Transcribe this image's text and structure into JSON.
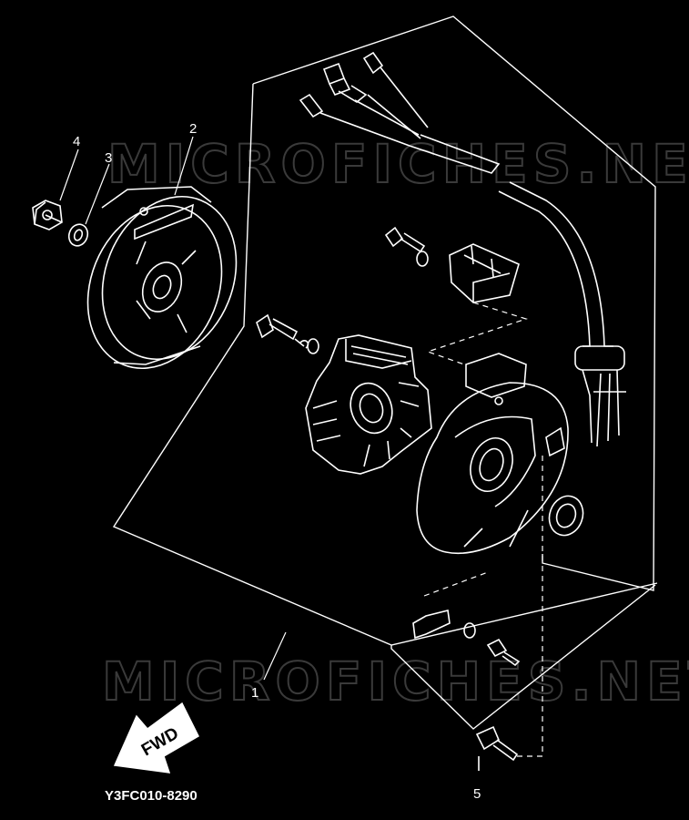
{
  "diagram": {
    "watermark_text": "MICROFICHES.NET",
    "direction_label": "FWD",
    "drawing_code": "Y3FC010-8290",
    "callouts": [
      {
        "number": "1"
      },
      {
        "number": "2"
      },
      {
        "number": "3"
      },
      {
        "number": "4"
      },
      {
        "number": "5"
      }
    ],
    "colors": {
      "background": "#000000",
      "line": "#ffffff",
      "watermark": "#3a3a3a"
    }
  }
}
